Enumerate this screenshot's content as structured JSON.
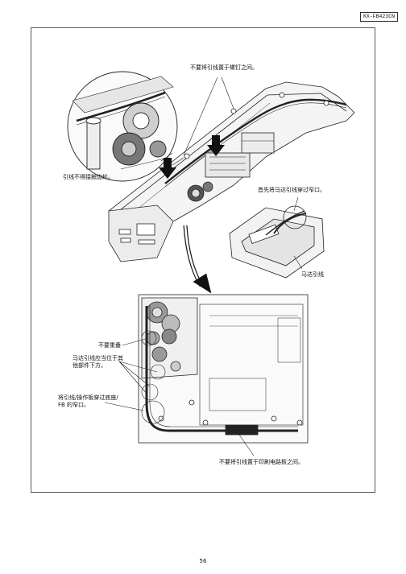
{
  "header": {
    "model": "KX-FB423CN"
  },
  "callouts": {
    "between_screws": "不要将引线置于螺钉之间。",
    "no_gear_contact": "引线不得接触齿轮。",
    "thread_motor_first": "首先将马达引线穿过窄口。",
    "motor_lead": "马达引线",
    "no_overlap": "不要重叠",
    "motor_lead_under": "马达引线应当位于其\n他部件下方。",
    "thread_slot": "将引线/操作板穿过底座/\nFB 的窄口。",
    "not_between_pcb": "不要将引线置于印刷电路板之间。"
  },
  "footer": {
    "page": "56"
  }
}
